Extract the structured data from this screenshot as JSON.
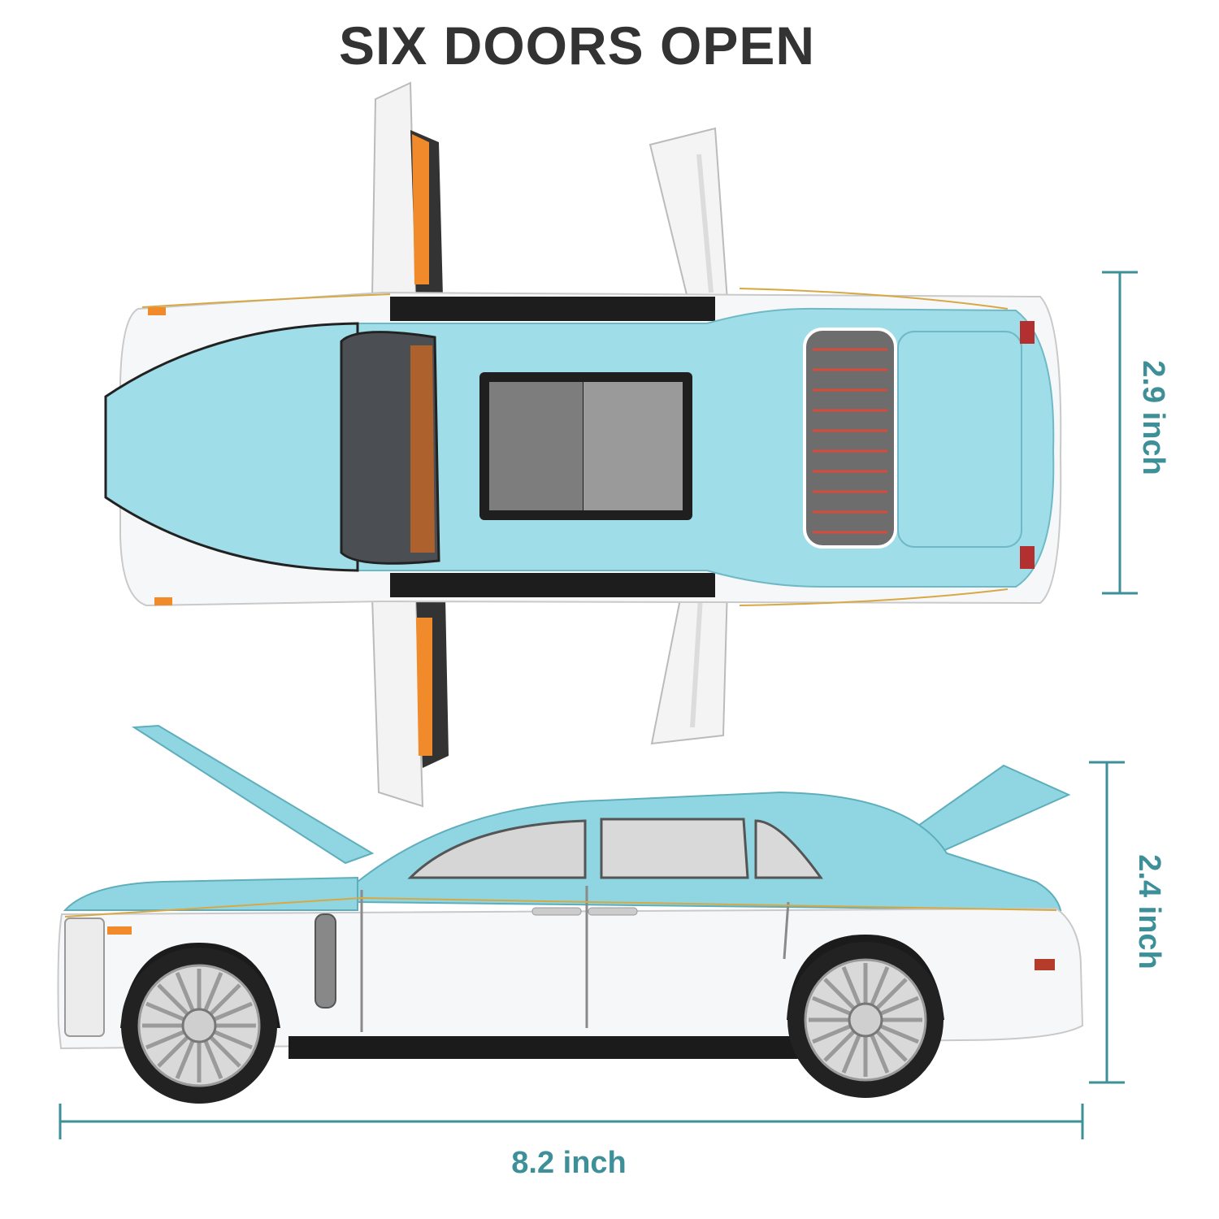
{
  "title": "SIX DOORS OPEN",
  "dimensions": {
    "height_top_view": "2.9 inch",
    "height_side_view": "2.4 inch",
    "length": "8.2 inch"
  },
  "colors": {
    "accent_teal": "#3d8f98",
    "car_blue": "#9fdde8",
    "car_white": "#f6f7f8",
    "interior_orange": "#f08a2a",
    "title_text": "#333333"
  }
}
